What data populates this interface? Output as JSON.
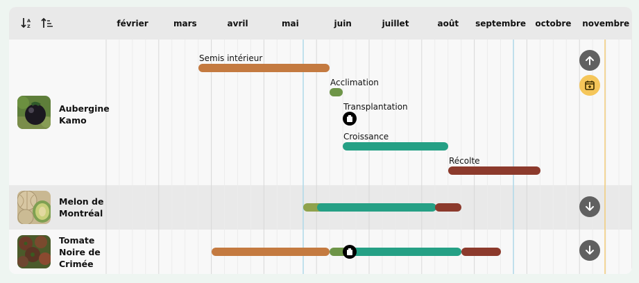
{
  "header": {
    "sort_alpha_icon": "sort-alpha-icon",
    "sort_numeric_icon": "sort-numeric-icon",
    "months": [
      "février",
      "mars",
      "avril",
      "mai",
      "juin",
      "juillet",
      "août",
      "septembre",
      "octobre",
      "novembre"
    ]
  },
  "plants": [
    {
      "name": "Aubergine Kamo",
      "name_lines": [
        "Aubergine",
        "Kamo"
      ],
      "phases": [
        {
          "label": "Semis intérieur",
          "color": "#c47a40"
        },
        {
          "label": "Acclimation",
          "color": "#6e9548"
        },
        {
          "label": "Transplantation",
          "color": "#000000"
        },
        {
          "label": "Croissance",
          "color": "#25a085"
        },
        {
          "label": "Récolte",
          "color": "#8c3a2c"
        }
      ],
      "button_icon": "arrow-up-icon",
      "secondary_icon": "calendar-add-icon"
    },
    {
      "name": "Melon de Montréal",
      "name_lines": [
        "Melon de",
        "Montréal"
      ],
      "button_icon": "arrow-down-icon"
    },
    {
      "name": "Tomate Noire de Crimée",
      "name_lines": [
        "Tomate",
        "Noire de",
        "Crimée"
      ],
      "button_icon": "arrow-down-icon"
    }
  ],
  "colors": {
    "semis": "#c47a40",
    "acclimation": "#6e9548",
    "acclimation_light": "#8fa24c",
    "croissance": "#25a085",
    "recolte": "#8c3a2c",
    "today_line": "#f3c35b",
    "frost_line": "#9fd4e8",
    "accent_button": "#f5c65a",
    "dark_button": "#606060"
  }
}
